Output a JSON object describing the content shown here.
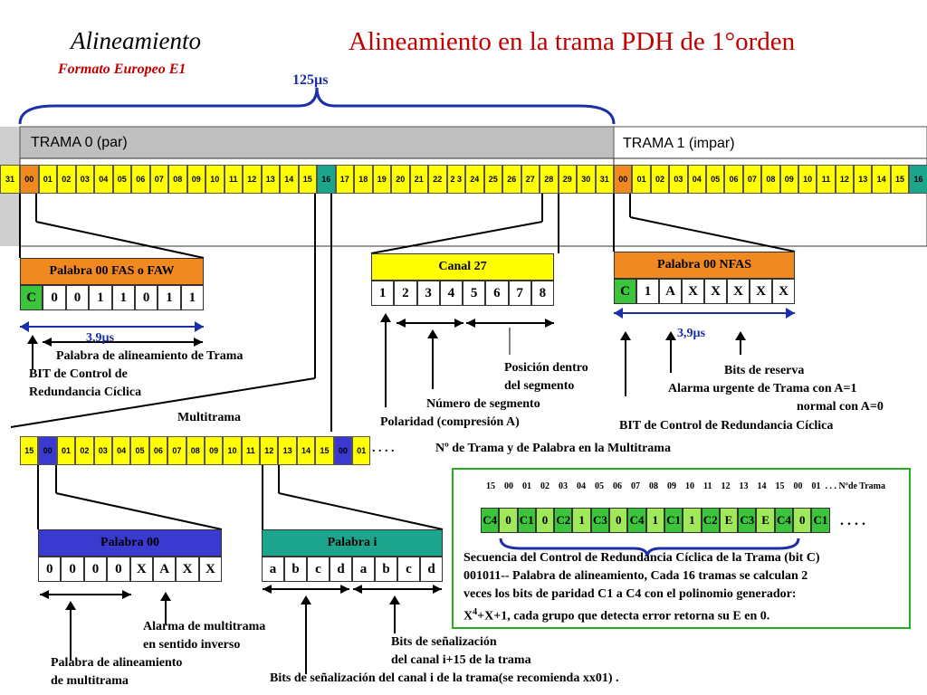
{
  "title_left": "Alineamiento",
  "subtitle_left": "Formato Europeo E1",
  "title_right": "Alineamiento en la trama PDH de 1°orden",
  "duration_label": "125µs",
  "frame0_label": "TRAMA   0 (par)",
  "frame1_label": "TRAMA   1 (impar)",
  "timeslots_row": [
    "31",
    "00",
    "01",
    "02",
    "03",
    "04",
    "05",
    "06",
    "07",
    "08",
    "09",
    "10",
    "11",
    "12",
    "13",
    "14",
    "15",
    "16",
    "17",
    "18",
    "19",
    "20",
    "21",
    "22",
    "2 3",
    "24",
    "25",
    "26",
    "27",
    "28",
    "29",
    "30",
    "31",
    "00",
    "01",
    "02",
    "03",
    "04",
    "05",
    "06",
    "07",
    "08",
    "09",
    "10",
    "11",
    "12",
    "13",
    "14",
    "15",
    "16"
  ],
  "fas": {
    "header": "Palabra 00  FAS o FAW",
    "bits": [
      "C",
      "0",
      "0",
      "1",
      "1",
      "0",
      "1",
      "1"
    ],
    "duration": "3,9µs",
    "label_word": "Palabra de alineamiento de Trama",
    "label_crc_1": "BIT de Control de",
    "label_crc_2": "Redundancia Cíclica"
  },
  "canal27": {
    "header": "Canal  27",
    "bits": [
      "1",
      "2",
      "3",
      "4",
      "5",
      "6",
      "7",
      "8"
    ],
    "label_pos_1": "Posición dentro",
    "label_pos_2": "del segmento",
    "label_seg": "Número de segmento",
    "label_pol": "Polaridad (compresión A)"
  },
  "nfas": {
    "header": "Palabra 00 NFAS",
    "bits": [
      "C",
      "1",
      "A",
      "X",
      "X",
      "X",
      "X",
      "X"
    ],
    "duration": "3,9µs",
    "label_reserve": "Bits de reserva",
    "label_alarm_1": "Alarma urgente de Trama con A=1",
    "label_alarm_2": "normal con A=0",
    "label_crc": "BIT de Control de Redundancia Cíclica"
  },
  "multitrama": {
    "label": "Multitrama",
    "slots": [
      "15",
      "00",
      "01",
      "02",
      "03",
      "04",
      "05",
      "06",
      "07",
      "08",
      "09",
      "10",
      "11",
      "12",
      "13",
      "14",
      "15",
      "00",
      "01"
    ],
    "dots": ". . . .",
    "caption": "Nº de Trama y de Palabra en la Multitrama"
  },
  "crc_box": {
    "numbers": "15    00    01    02    03    04    05    06    07    08    09    10    11    12    13    14    15    00    01  . . . Nºde Trama",
    "cells": [
      "C4",
      "0",
      "C1",
      "0",
      "C2",
      "1",
      "C3",
      "0",
      "C4",
      "1",
      "C1",
      "1",
      "C2",
      "E",
      "C3",
      "E",
      "C4",
      "0",
      "C1"
    ],
    "dots": ". . . .",
    "desc_1": "Secuencia del Control de Redundancia Cíclica de la Trama (bit C)",
    "desc_2": "001011-- Palabra de alineamiento, Cada 16 tramas se calculan 2",
    "desc_3": "veces los bits de paridad C1 a C4 con el polinomio generador:",
    "desc_4a": "X",
    "desc_4sup1": "4",
    "desc_4b": "+X+1, cada grupo que detecta error retorna su E en 0."
  },
  "palabra00": {
    "header": "Palabra 00",
    "bits": [
      "0",
      "0",
      "0",
      "0",
      "X",
      "A",
      "X",
      "X"
    ],
    "label_alarm_1": "Alarma de multitrama",
    "label_alarm_2": "en sentido inverso",
    "label_word_1": "Palabra de alineamiento",
    "label_word_2": "de multitrama"
  },
  "palabra_i": {
    "header": "Palabra  i",
    "bits": [
      "a",
      "b",
      "c",
      "d",
      "a",
      "b",
      "c",
      "d"
    ],
    "label_sig_1": "Bits de señalización",
    "label_sig_2": "del canal i+15 de la trama",
    "label_sig_3": "Bits de señalización del canal i de la trama(se recomienda xx01) ."
  },
  "colors": {
    "yellow": "#ffff00",
    "orange": "#f08a20",
    "teal": "#1aa58c",
    "blue": "#3a3ad0",
    "red": "#c00000",
    "brace": "#1a2fa8",
    "crc_border": "#22b022"
  }
}
